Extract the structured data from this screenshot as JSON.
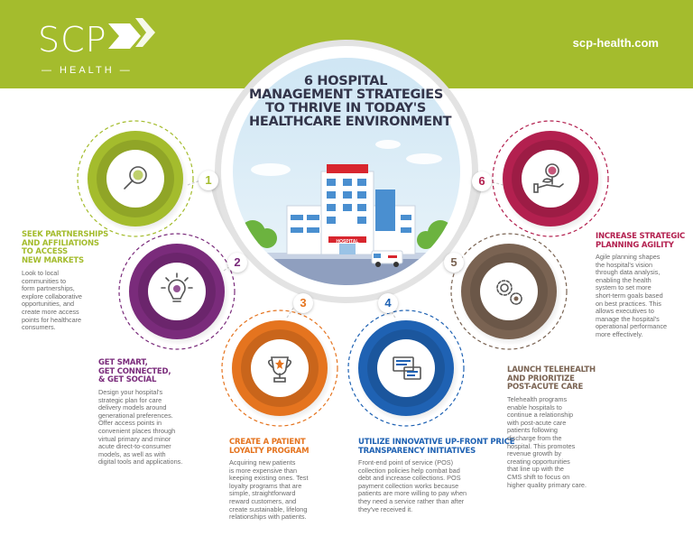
{
  "brand": {
    "logo_text": "SCP",
    "logo_sub": "— HEALTH —",
    "website": "scp-health.com",
    "header_color": "#a4bc2d"
  },
  "title_lines": [
    "6 HOSPITAL",
    "MANAGEMENT STRATEGIES",
    "TO THRIVE IN TODAY'S",
    "HEALTHCARE ENVIRONMENT"
  ],
  "hospital_sign": "HOSPITAL",
  "strategies": [
    {
      "number": "1",
      "color": "#a4bc2d",
      "icon": "magnifier-icon",
      "title_lines": [
        "SEEK PARTNERSHIPS",
        "AND AFFILIATIONS",
        "TO ACCESS",
        "NEW MARKETS"
      ],
      "description_lines": [
        "Look to local",
        "communities to",
        "form partnerships,",
        "explore collaborative",
        "opportunities, and",
        "create more access",
        "points for healthcare",
        "consumers."
      ]
    },
    {
      "number": "2",
      "color": "#7a2b7b",
      "icon": "lightbulb-icon",
      "title_lines": [
        "GET SMART,",
        "GET CONNECTED,",
        "& GET SOCIAL"
      ],
      "description_lines": [
        "Design your hospital's",
        "strategic plan for care",
        "delivery models around",
        "generational preferences.",
        "Offer access points in",
        "convenient places through",
        "virtual primary and minor",
        "acute direct-to-consumer",
        "models, as well as with",
        "digital tools and applications."
      ]
    },
    {
      "number": "3",
      "color": "#e5741f",
      "icon": "trophy-icon",
      "title_lines": [
        "CREATE A PATIENT",
        "LOYALTY PROGRAM"
      ],
      "description_lines": [
        "Acquiring new patients",
        "is more expensive than",
        "keeping existing ones. Test",
        "loyalty programs that are",
        "simple, straightforward",
        "reward customers, and",
        "create sustainable, lifelong",
        "relationships with patients."
      ]
    },
    {
      "number": "4",
      "color": "#1f62b3",
      "icon": "chat-icon",
      "title_lines": [
        "UTILIZE INNOVATIVE UP-FRONT PRICE",
        "TRANSPARENCY INITIATIVES"
      ],
      "description_lines": [
        "Front-end point of service (POS)",
        "collection policies help combat bad",
        "debt and increase collections. POS",
        "payment collection works because",
        "patients are more willing to pay when",
        "they need a service rather than after",
        "they've received it."
      ]
    },
    {
      "number": "5",
      "color": "#7a6352",
      "icon": "gears-icon",
      "title_lines": [
        "LAUNCH TELEHEALTH",
        "AND PRIORITIZE",
        "POST-ACUTE CARE"
      ],
      "description_lines": [
        "Telehealth programs",
        "enable hospitals to",
        "continue a relationship",
        "with post-acute care",
        "patients following",
        "discharge from the",
        "hospital. This promotes",
        "revenue growth by",
        "creating opportunities",
        "that line up with the",
        "CMS shift to focus on",
        "higher quality primary care."
      ]
    },
    {
      "number": "6",
      "color": "#b3204f",
      "icon": "money-plant-icon",
      "title_lines": [
        "INCREASE STRATEGIC",
        "PLANNING AGILITY"
      ],
      "description_lines": [
        "Agile planning shapes",
        "the hospital's vision",
        "through data analysis,",
        "enabling the health",
        "system to set more",
        "short-term goals based",
        "on best practices. This",
        "allows executives to",
        "manage the hospital's",
        "operational performance",
        "more effectively."
      ]
    }
  ]
}
